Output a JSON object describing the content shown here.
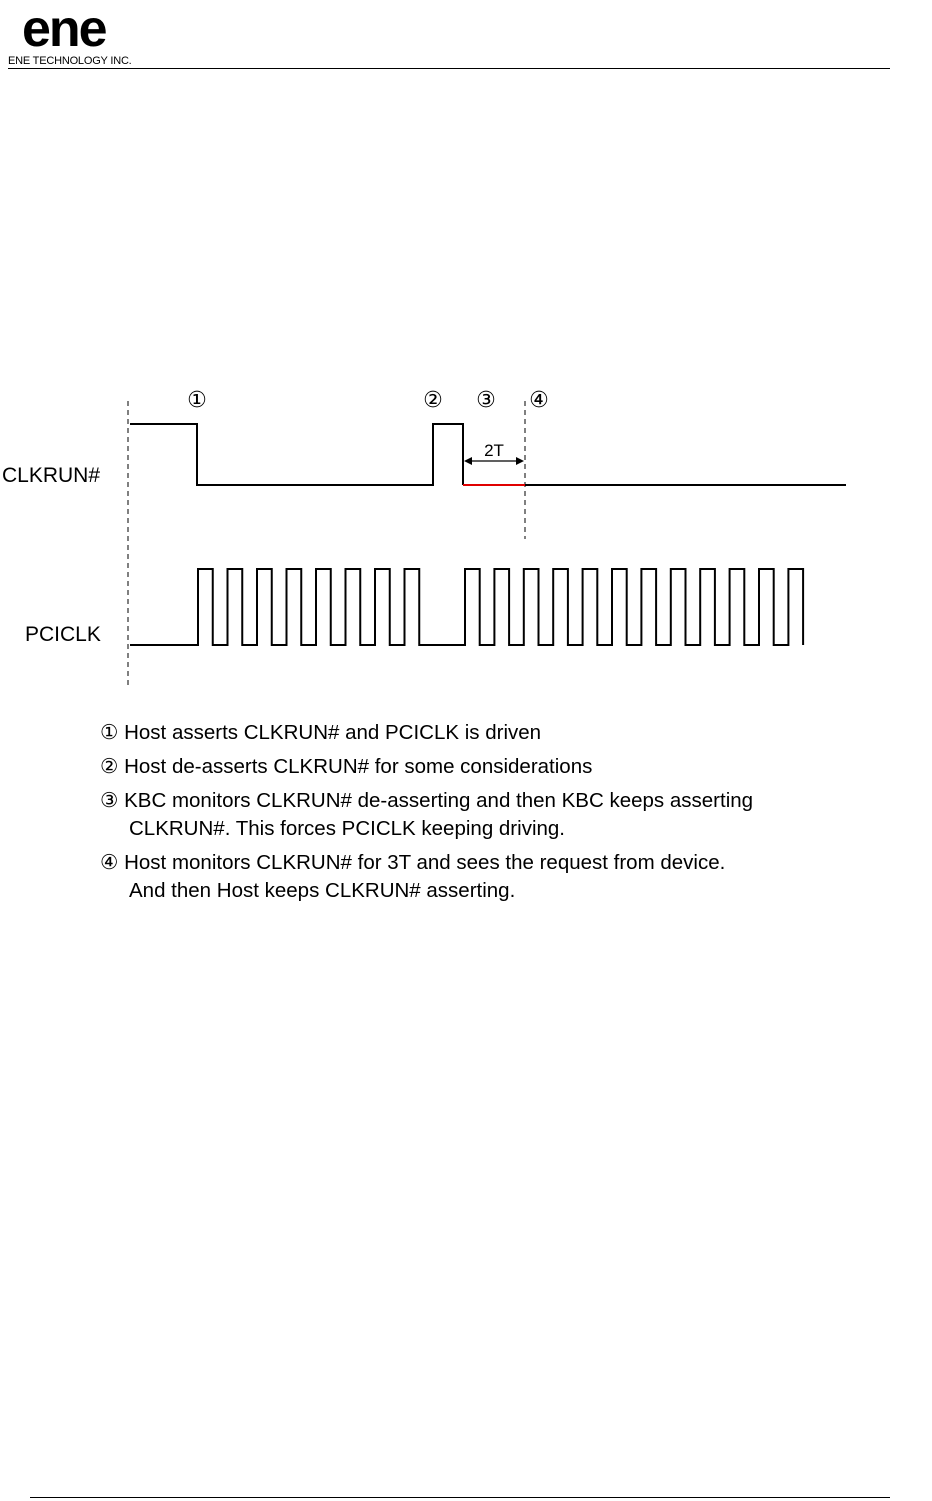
{
  "header": {
    "logo_text": "ene",
    "company": "ENE TECHNOLOGY INC."
  },
  "diagram": {
    "markers": [
      "①",
      "②",
      "③",
      "④"
    ],
    "signals": [
      "CLKRUN#",
      "PCICLK"
    ],
    "interval_label": "2T",
    "colors": {
      "line": "#000000",
      "highlight": "#e00000"
    }
  },
  "notes": [
    {
      "marker": "①",
      "text": "Host asserts CLKRUN# and PCICLK is driven",
      "cont": ""
    },
    {
      "marker": "②",
      "text": "Host de-asserts CLKRUN# for some considerations",
      "cont": ""
    },
    {
      "marker": "③",
      "text": "KBC monitors CLKRUN# de-asserting and then KBC keeps asserting",
      "cont": "CLKRUN#. This forces PCICLK keeping driving."
    },
    {
      "marker": "④",
      "text": "Host monitors CLKRUN# for 3T and sees the request from device.",
      "cont": "And then Host keeps CLKRUN# asserting."
    }
  ]
}
